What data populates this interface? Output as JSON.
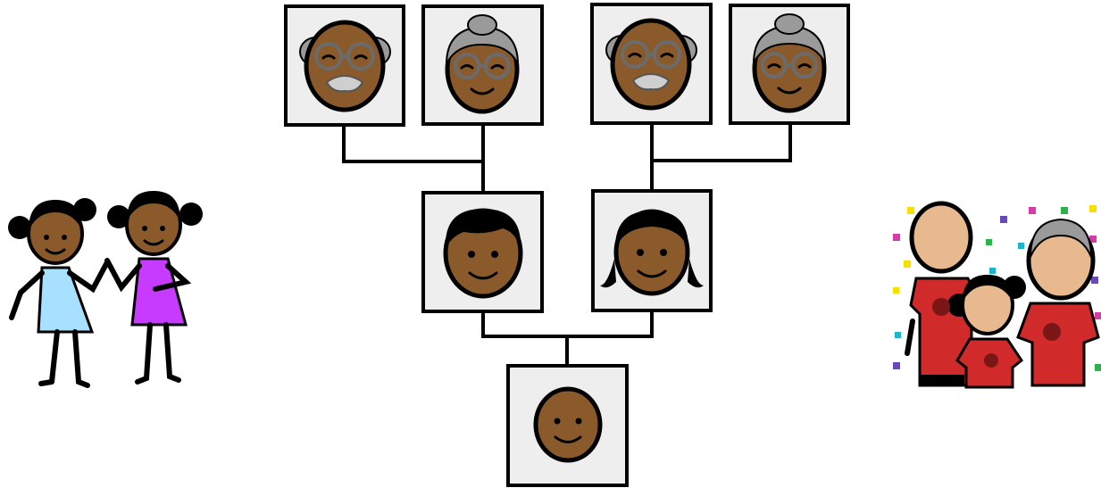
{
  "colors": {
    "skin_dark": "#8a5a2b",
    "skin_light": "#e8b98f",
    "hair_gray": "#9a9a9a",
    "hair_black": "#000000",
    "box_fill": "#eeeeef",
    "dress_blue": "#a8e1ff",
    "dress_purple": "#c63bff",
    "shirt_red": "#d12a2a"
  },
  "family_tree": {
    "grandparents": [
      {
        "role": "grandfather",
        "icon": "grandfather-icon"
      },
      {
        "role": "grandmother",
        "icon": "grandmother-icon"
      },
      {
        "role": "grandfather",
        "icon": "grandfather-icon"
      },
      {
        "role": "grandmother",
        "icon": "grandmother-icon"
      }
    ],
    "parents": [
      {
        "role": "father",
        "icon": "father-icon"
      },
      {
        "role": "mother",
        "icon": "mother-icon"
      }
    ],
    "child": {
      "role": "child",
      "icon": "child-icon"
    }
  },
  "side_images": {
    "left": "two-girls-friends-icon",
    "right": "family-celebration-icon"
  }
}
